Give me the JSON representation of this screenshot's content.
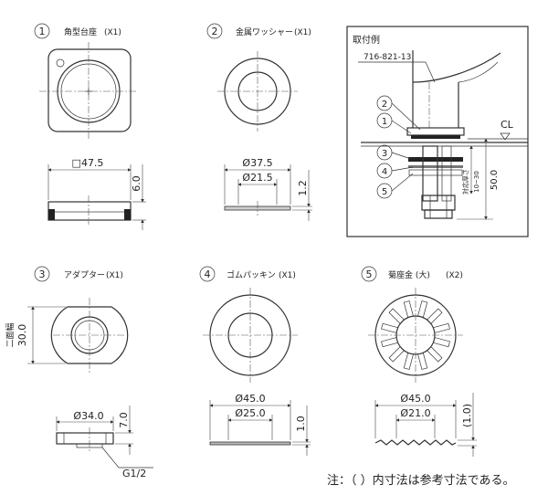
{
  "parts": [
    {
      "number": "1",
      "name": "角型台座",
      "qty": "(X1)",
      "dims": [
        "□47.5",
        "6.0"
      ]
    },
    {
      "number": "2",
      "name": "金属ワッシャー",
      "qty": "(X1)",
      "dims": [
        "Ø37.5",
        "Ø21.5",
        "1.2"
      ]
    },
    {
      "number": "3",
      "name": "アダプター",
      "qty": "(X1)",
      "dims": [
        "二面幅",
        "30.0",
        "Ø34.0",
        "7.0",
        "G1/2"
      ]
    },
    {
      "number": "4",
      "name": "ゴムパッキン",
      "qty": "(X1)",
      "dims": [
        "Ø45.0",
        "Ø25.0",
        "1.0"
      ]
    },
    {
      "number": "5",
      "name": "菊座金 (大)",
      "qty": "(X2)",
      "dims": [
        "Ø45.0",
        "Ø21.0",
        "(1.0)"
      ]
    }
  ],
  "install": {
    "title": "取付例",
    "part_no": "716-821-13",
    "cl": "CL",
    "dim_total": "50.0",
    "note_label": "対応厚さ",
    "note_range": "10~30",
    "balloons": [
      "2",
      "1",
      "3",
      "4",
      "5"
    ]
  },
  "footer": {
    "note": "注：（ ）内寸法は参考寸法である。"
  }
}
